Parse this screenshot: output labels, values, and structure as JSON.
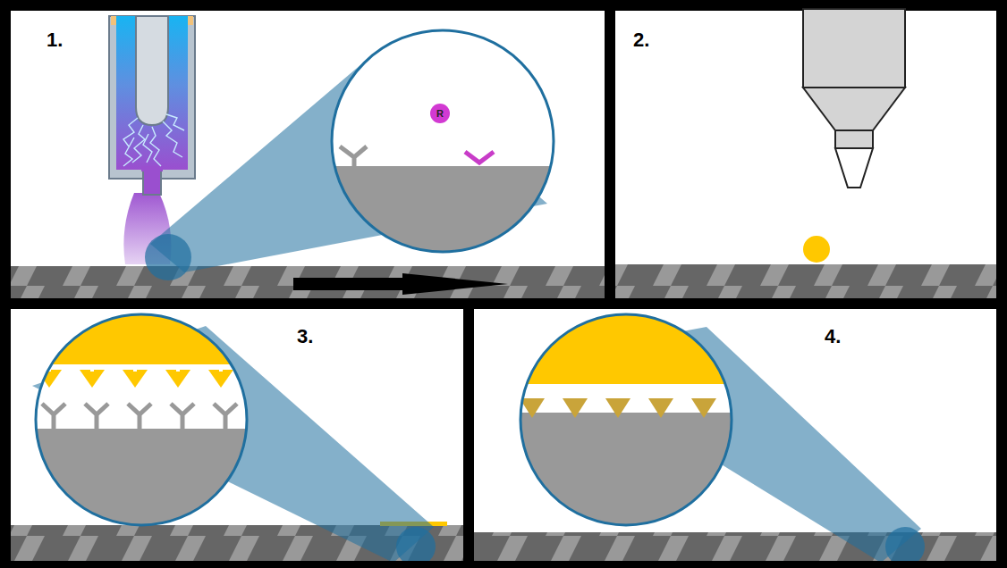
{
  "diagram": {
    "labels": [
      "1.",
      "2.",
      "3.",
      "4.",
      "R"
    ]
  }
}
